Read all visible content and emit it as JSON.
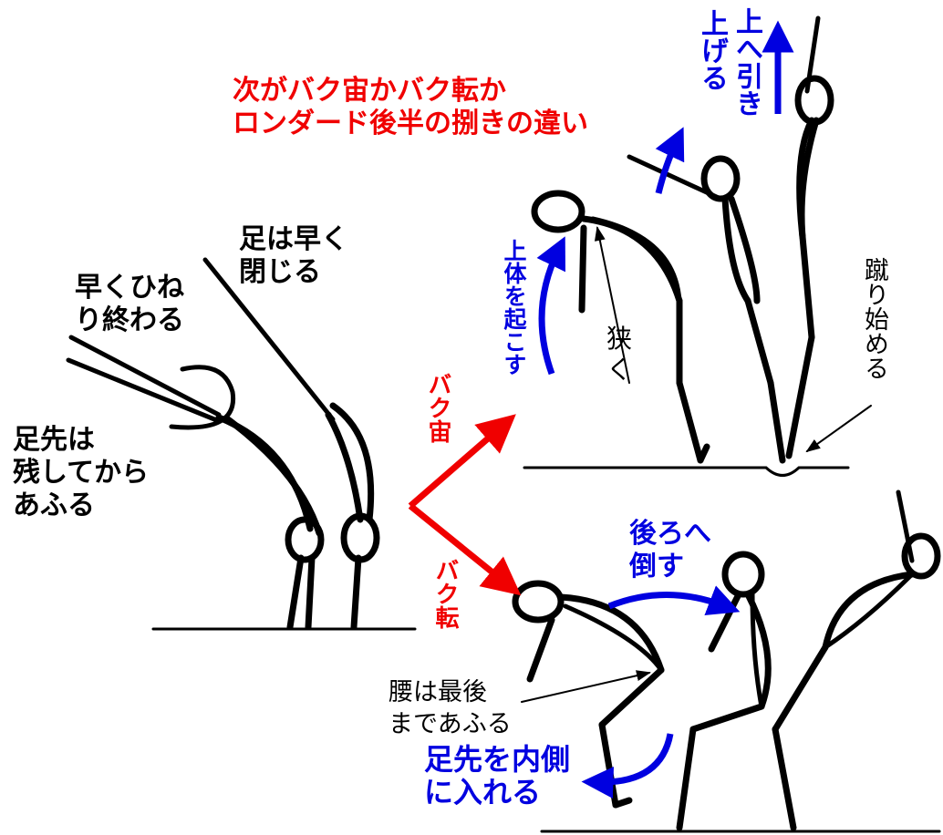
{
  "title": {
    "line1": "次がバク宙かバク転か",
    "line2": "ロンダード後半の捌きの違い"
  },
  "left_labels": {
    "feet_close": "足は早く\n閉じる",
    "twist_finish": "早くひね\nり終わる",
    "toes_stay": "足先は\n残してから\nあふる"
  },
  "branch_labels": {
    "back_tuck": "バク宙",
    "back_handspring": "バク転"
  },
  "back_tuck_labels": {
    "pull_up_1": "上へ引き",
    "pull_up_2": "上げる",
    "raise_upper_body": "上体を起こす",
    "narrow": "狭く",
    "start_kick": "蹴り始める"
  },
  "back_handspring_labels": {
    "fall_back": "後ろへ\n倒す",
    "hip_last": "腰は最後\nまであふる",
    "toes_inside": "足先を内側\nに入れる"
  },
  "colors": {
    "red": "#f00000",
    "blue": "#0000e0",
    "black": "#000000"
  }
}
